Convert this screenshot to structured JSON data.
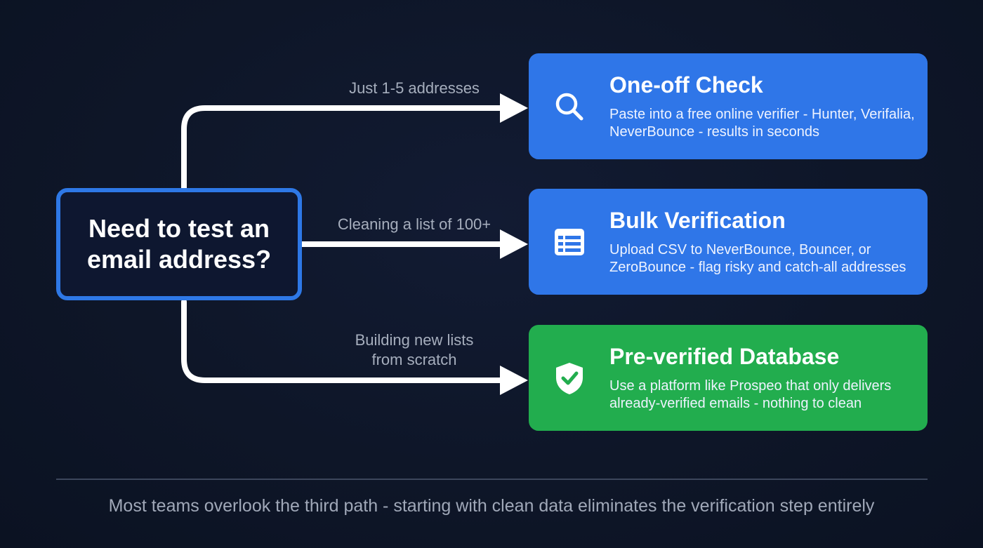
{
  "start": {
    "text": "Need to test an email address?"
  },
  "edges": [
    {
      "label": "Just 1-5 addresses"
    },
    {
      "label": "Cleaning a list of 100+"
    },
    {
      "label": "Building new lists\nfrom scratch"
    }
  ],
  "options": [
    {
      "icon": "search-icon",
      "title": "One-off Check",
      "description": "Paste into a free online verifier - Hunter, Verifalia, NeverBounce - results in seconds",
      "color": "#2f76e8"
    },
    {
      "icon": "table-icon",
      "title": "Bulk Verification",
      "description": "Upload CSV to NeverBounce, Bouncer, or ZeroBounce - flag risky and catch-all addresses",
      "color": "#2f76e8"
    },
    {
      "icon": "shield-check-icon",
      "title": "Pre-verified Database",
      "description": "Use a platform like Prospeo that only delivers already-verified emails - nothing to clean",
      "color": "#22ad4e"
    }
  ],
  "footer": {
    "note": "Most teams overlook the third path - starting with clean data eliminates the verification step entirely"
  },
  "colors": {
    "background": "#0e1628",
    "accent_blue": "#2f76e8",
    "accent_green": "#22ad4e",
    "connector": "#ffffff"
  }
}
